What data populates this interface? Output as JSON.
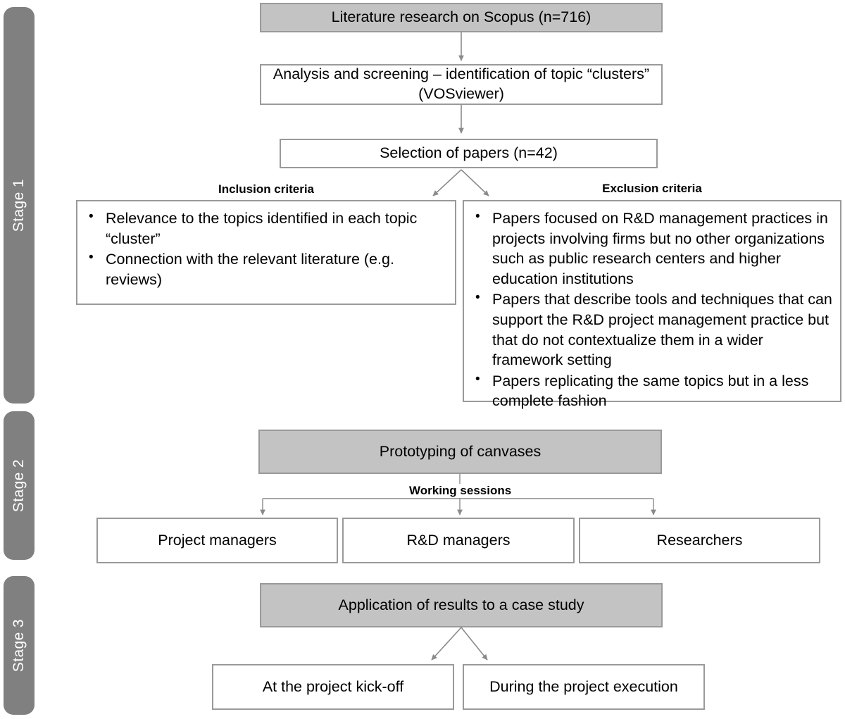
{
  "diagram": {
    "title": "Research methodology flowchart",
    "colors": {
      "stage_bar": "#808080",
      "filled_node": "#c3c3c3",
      "node_border": "#9a9a9a",
      "arrow": "#8a8a8a",
      "text": "#000000",
      "stage_text": "#ffffff"
    }
  },
  "stages": [
    {
      "label": "Stage 1"
    },
    {
      "label": "Stage 2"
    },
    {
      "label": "Stage 3"
    }
  ],
  "stage1": {
    "literature_research": "Literature research on Scopus (n=716)",
    "analysis_screening": "Analysis and screening – identification of topic “clusters” (VOSviewer)",
    "selection_of_papers": "Selection of papers (n=42)",
    "inclusion": {
      "title": "Inclusion criteria",
      "items": [
        "Relevance to the topics identified in each topic “cluster”",
        "Connection with the relevant literature (e.g. reviews)"
      ]
    },
    "exclusion": {
      "title": "Exclusion criteria",
      "items": [
        "Papers focused on R&D management practices in projects involving firms but no other organizations such as public research centers and higher education institutions",
        "Papers that describe tools and techniques that can support the R&D project management practice but that do not contextualize them in a wider framework setting",
        "Papers replicating the same topics but in a less complete fashion"
      ]
    }
  },
  "stage2": {
    "prototyping": "Prototyping of canvases",
    "bus_label": "Working sessions",
    "participants": [
      "Project managers",
      "R&D  managers",
      "Researchers"
    ]
  },
  "stage3": {
    "application": "Application of results to a case study",
    "outcomes": [
      "At the project kick-off",
      "During the project execution"
    ]
  }
}
